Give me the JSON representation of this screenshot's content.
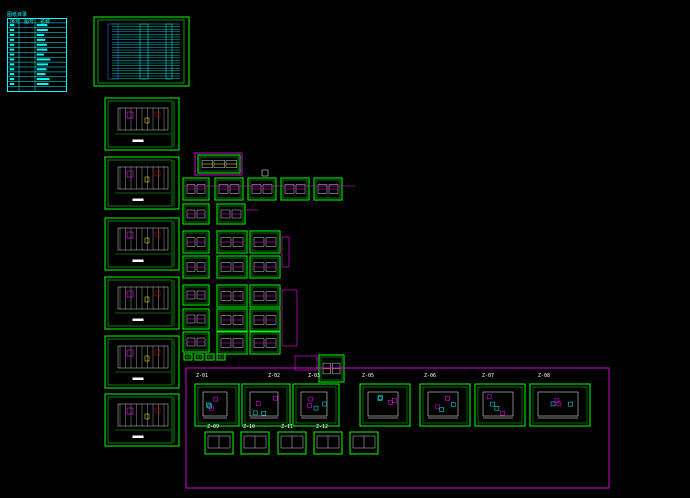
{
  "app": {
    "title": "CAD drawing canvas"
  },
  "legend": {
    "title": "图纸目录",
    "headers": [
      "序号",
      "图号",
      "名称"
    ],
    "row_count": 15
  },
  "detail_labels": [
    "Z-01",
    "Z-02",
    "Z-03",
    "Z-05",
    "Z-06",
    "Z-07",
    "Z-08",
    "Z-09",
    "Z-10",
    "Z-11",
    "Z-12"
  ],
  "colors": {
    "background": "#000000",
    "frame": "#00ff00",
    "accent": "#ff00ff",
    "table": "#00ffff",
    "text": "#ffffff",
    "yellow": "#ffff00",
    "red": "#ff0000"
  }
}
